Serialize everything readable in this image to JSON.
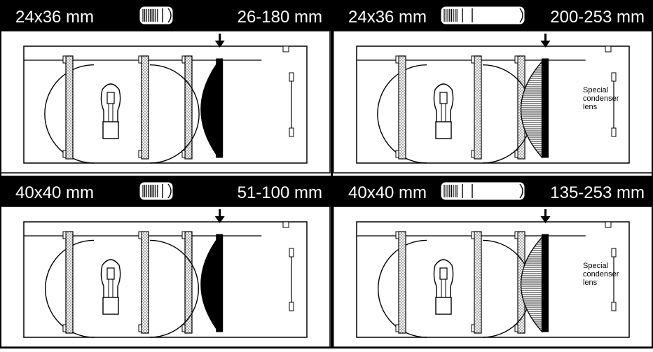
{
  "panels": [
    {
      "format": "24x36 mm",
      "focal_range": "26-180 mm",
      "condenser": "solid",
      "lens_tube": "short",
      "note": []
    },
    {
      "format": "24x36 mm",
      "focal_range": "200-253 mm",
      "condenser": "special",
      "lens_tube": "long",
      "note": [
        "Special",
        "condenser",
        "lens"
      ]
    },
    {
      "format": "40x40 mm",
      "focal_range": "51-100 mm",
      "condenser": "solid",
      "lens_tube": "short",
      "note": []
    },
    {
      "format": "40x40 mm",
      "focal_range": "135-253 mm",
      "condenser": "special",
      "lens_tube": "long",
      "note": [
        "Special",
        "condenser",
        "lens"
      ]
    }
  ]
}
